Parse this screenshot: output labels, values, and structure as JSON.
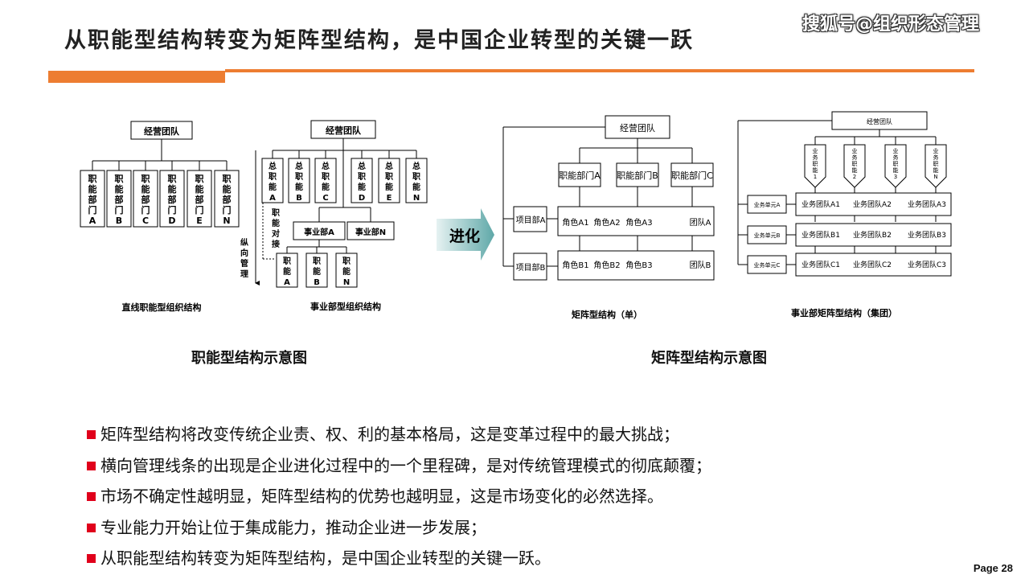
{
  "title": "从职能型结构转变为矩阵型结构，是中国企业转型的关键一跃",
  "watermark": "搜狐号@组织形态管理",
  "left": {
    "functional": {
      "top": "经营团队",
      "depts": [
        [
          "职",
          "能",
          "部",
          "门",
          "A"
        ],
        [
          "职",
          "能",
          "部",
          "门",
          "B"
        ],
        [
          "职",
          "能",
          "部",
          "门",
          "C"
        ],
        [
          "职",
          "能",
          "部",
          "门",
          "D"
        ],
        [
          "职",
          "能",
          "部",
          "门",
          "E"
        ],
        [
          "职",
          "能",
          "部",
          "门",
          "N"
        ]
      ],
      "caption": "直线职能型组织结构"
    },
    "divisional": {
      "top": "经营团队",
      "gen": [
        [
          "总",
          "职",
          "能",
          "A"
        ],
        [
          "总",
          "职",
          "能",
          "B"
        ],
        [
          "总",
          "职",
          "能",
          "C"
        ],
        [
          "总",
          "职",
          "能",
          "D"
        ],
        [
          "总",
          "职",
          "能",
          "E"
        ],
        [
          "总",
          "职",
          "能",
          "N"
        ]
      ],
      "divA": "事业部A",
      "divN": "事业部N",
      "func": [
        [
          "职",
          "能",
          "A"
        ],
        [
          "职",
          "能",
          "B"
        ],
        [
          "职",
          "能",
          "N"
        ]
      ],
      "side1": [
        "职",
        "能",
        "对",
        "接"
      ],
      "side2": [
        "纵",
        "向",
        "管",
        "理"
      ],
      "caption": "事业部型组织结构"
    },
    "caption": "职能型结构示意图"
  },
  "arrow_label": "进化",
  "right": {
    "single": {
      "top": "经营团队",
      "depts": [
        "职能部门A",
        "职能部门B",
        "职能部门C"
      ],
      "projects": [
        "项目部A",
        "项目部B"
      ],
      "row1": [
        "角色A1",
        "角色A2",
        "角色A3",
        "团队A"
      ],
      "row2": [
        "角色B1",
        "角色B2",
        "角色B3",
        "团队B"
      ],
      "caption": "矩阵型结构（单）"
    },
    "group": {
      "top": "经营团队",
      "shields": [
        [
          "业",
          "务",
          "职",
          "能",
          "1"
        ],
        [
          "业",
          "务",
          "职",
          "能",
          "2"
        ],
        [
          "业",
          "务",
          "职",
          "能",
          "3"
        ],
        [
          "业",
          "务",
          "职",
          "能",
          "N"
        ]
      ],
      "units": [
        "业务单元A",
        "业务单元B",
        "业务单元C"
      ],
      "rows": [
        [
          "业务团队A1",
          "业务团队A2",
          "业务团队A3"
        ],
        [
          "业务团队B1",
          "业务团队B2",
          "业务团队B3"
        ],
        [
          "业务团队C1",
          "业务团队C2",
          "业务团队C3"
        ]
      ],
      "caption": "事业部矩阵型结构（集团）"
    },
    "caption": "矩阵型结构示意图"
  },
  "bullets": [
    "矩阵型结构将改变传统企业责、权、利的基本格局，这是变革过程中的最大挑战；",
    "横向管理线条的出现是企业进化过程中的一个里程碑，是对传统管理模式的彻底颠覆；",
    "市场不确定性越明显，矩阵型结构的优势也越明显，这是市场变化的必然选择。",
    "专业能力开始让位于集成能力，推动企业进一步发展；",
    "从职能型结构转变为矩阵型结构，是中国企业转型的关键一跃。"
  ],
  "page_label": "Page 28",
  "colors": {
    "accent": "#ed7d31",
    "bullet": "#e0001b",
    "arrow_from": "#5fa8a8",
    "arrow_to": "#e6f2f2"
  }
}
